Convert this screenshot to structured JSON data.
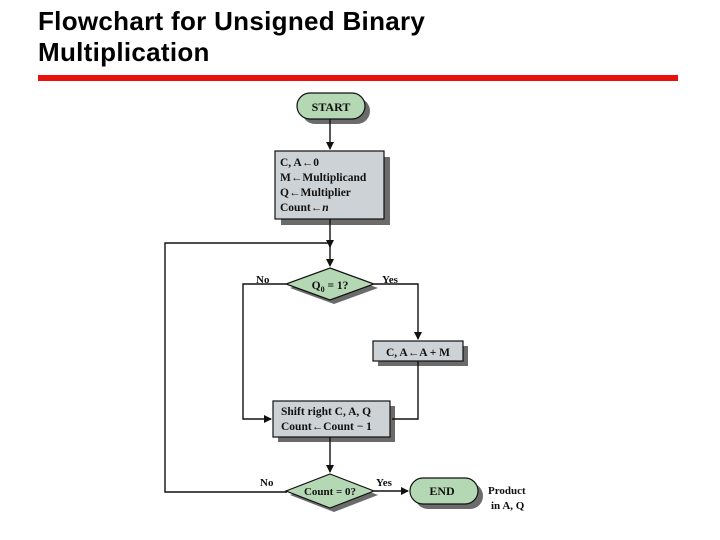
{
  "slide": {
    "title_line1": "Flowchart for Unsigned Binary",
    "title_line2": "Multiplication",
    "accent_color": "#e8120c"
  },
  "flowchart": {
    "start_label": "START",
    "init": {
      "line1": "C, A←0",
      "line2": "M←Multiplicand",
      "line3": "Q←Multiplier",
      "line4_prefix": "Count←",
      "line4_var": "n"
    },
    "decision_q0": {
      "label_main": "Q",
      "label_sub": "0",
      "label_rest": " = 1?",
      "no_label": "No",
      "yes_label": "Yes"
    },
    "add": {
      "label": "C, A←A + M"
    },
    "shift": {
      "line1": "Shift right C, A, Q",
      "line2": "Count←Count − 1"
    },
    "decision_count": {
      "label": "Count = 0?",
      "no_label": "No",
      "yes_label": "Yes"
    },
    "end_label": "END",
    "product_note": {
      "line1": "Product",
      "line2": "in A, Q"
    },
    "colors": {
      "box_fill": "#cdd2d6",
      "start_fill": "#b4d7b4",
      "decision_fill": "#b4d7b4",
      "shadow": "#6b6b6b",
      "line": "#111111"
    }
  }
}
